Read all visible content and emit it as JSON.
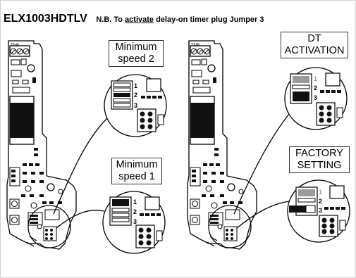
{
  "header": {
    "model": "ELX1003HDTLV",
    "note_prefix": "N.B. To ",
    "note_emph": "activate",
    "note_suffix": " delay-on timer plug Jumper 3"
  },
  "left_board": {
    "top_callout": [
      "Minimum",
      "speed 2"
    ],
    "bottom_callout": [
      "Minimum",
      "speed 1"
    ],
    "connector_label": "TNR"
  },
  "right_board": {
    "top_callout": [
      "DT",
      "ACTIVATION"
    ],
    "bottom_callout": [
      "FACTORY",
      "SETTING"
    ],
    "connector_label": "TNR"
  },
  "jumper_numbers": [
    "1",
    "2",
    "3"
  ]
}
